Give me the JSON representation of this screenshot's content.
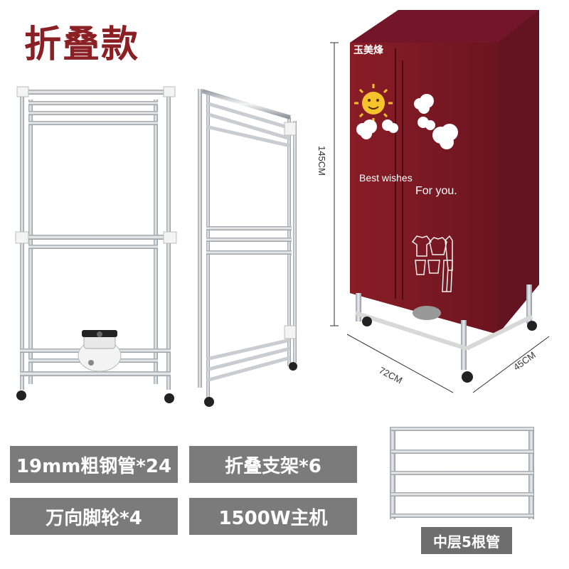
{
  "title": "折叠款",
  "brand_mark": "玉美烽",
  "cover_text": {
    "left": "Best wishes",
    "right": "For you."
  },
  "dimensions": {
    "height": "145CM",
    "width": "72CM",
    "depth": "45CM"
  },
  "specs": [
    {
      "label": "19mm粗钢管*24"
    },
    {
      "label": "折叠支架*6"
    },
    {
      "label": "万向脚轮*4"
    },
    {
      "label": "1500W主机"
    }
  ],
  "middle_layer_badge": "中层5根管",
  "colors": {
    "title": "#8a1f24",
    "cover": "#7d1a22",
    "spec_bg": "#7b7b7b",
    "steel": "#c9cdd2"
  },
  "icons": [
    "sun-icon",
    "cloud-icon",
    "clothing-icon"
  ]
}
